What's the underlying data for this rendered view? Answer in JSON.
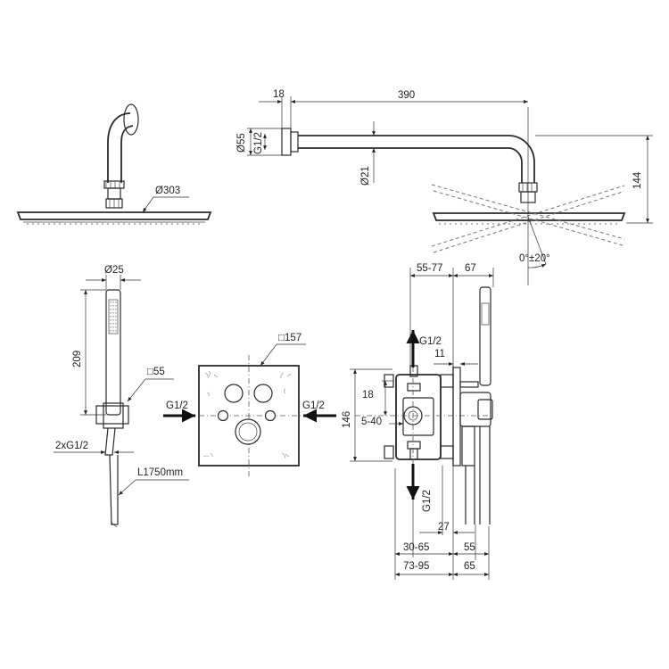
{
  "dimensions": {
    "shower_head_diameter": "Ø303",
    "arm_length": "390",
    "wall_flange_depth": "18",
    "flange_diameter": "Ø55",
    "thread_top": "G1/2",
    "pipe_diameter": "Ø21",
    "drop_height": "144",
    "tilt_angle": "0°±20°",
    "handshower_diameter": "Ø25",
    "handshower_length": "209",
    "holder_square": "□55",
    "hose_connections": "2xG1/2",
    "hose_length": "L1750mm",
    "plate_square": "□157",
    "inlet_left": "G1/2",
    "inlet_right": "G1/2",
    "outlet_up": "G1/2",
    "outlet_down": "G1/2",
    "body_height": "146",
    "port_spacing": "18",
    "adjust_range": "5-40",
    "plate_gap": "11",
    "install_depth": "55-77",
    "projection": "67",
    "dim_27": "27",
    "dim_30_65": "30-65",
    "dim_55": "55",
    "dim_73_95": "73-95",
    "dim_65": "65"
  }
}
